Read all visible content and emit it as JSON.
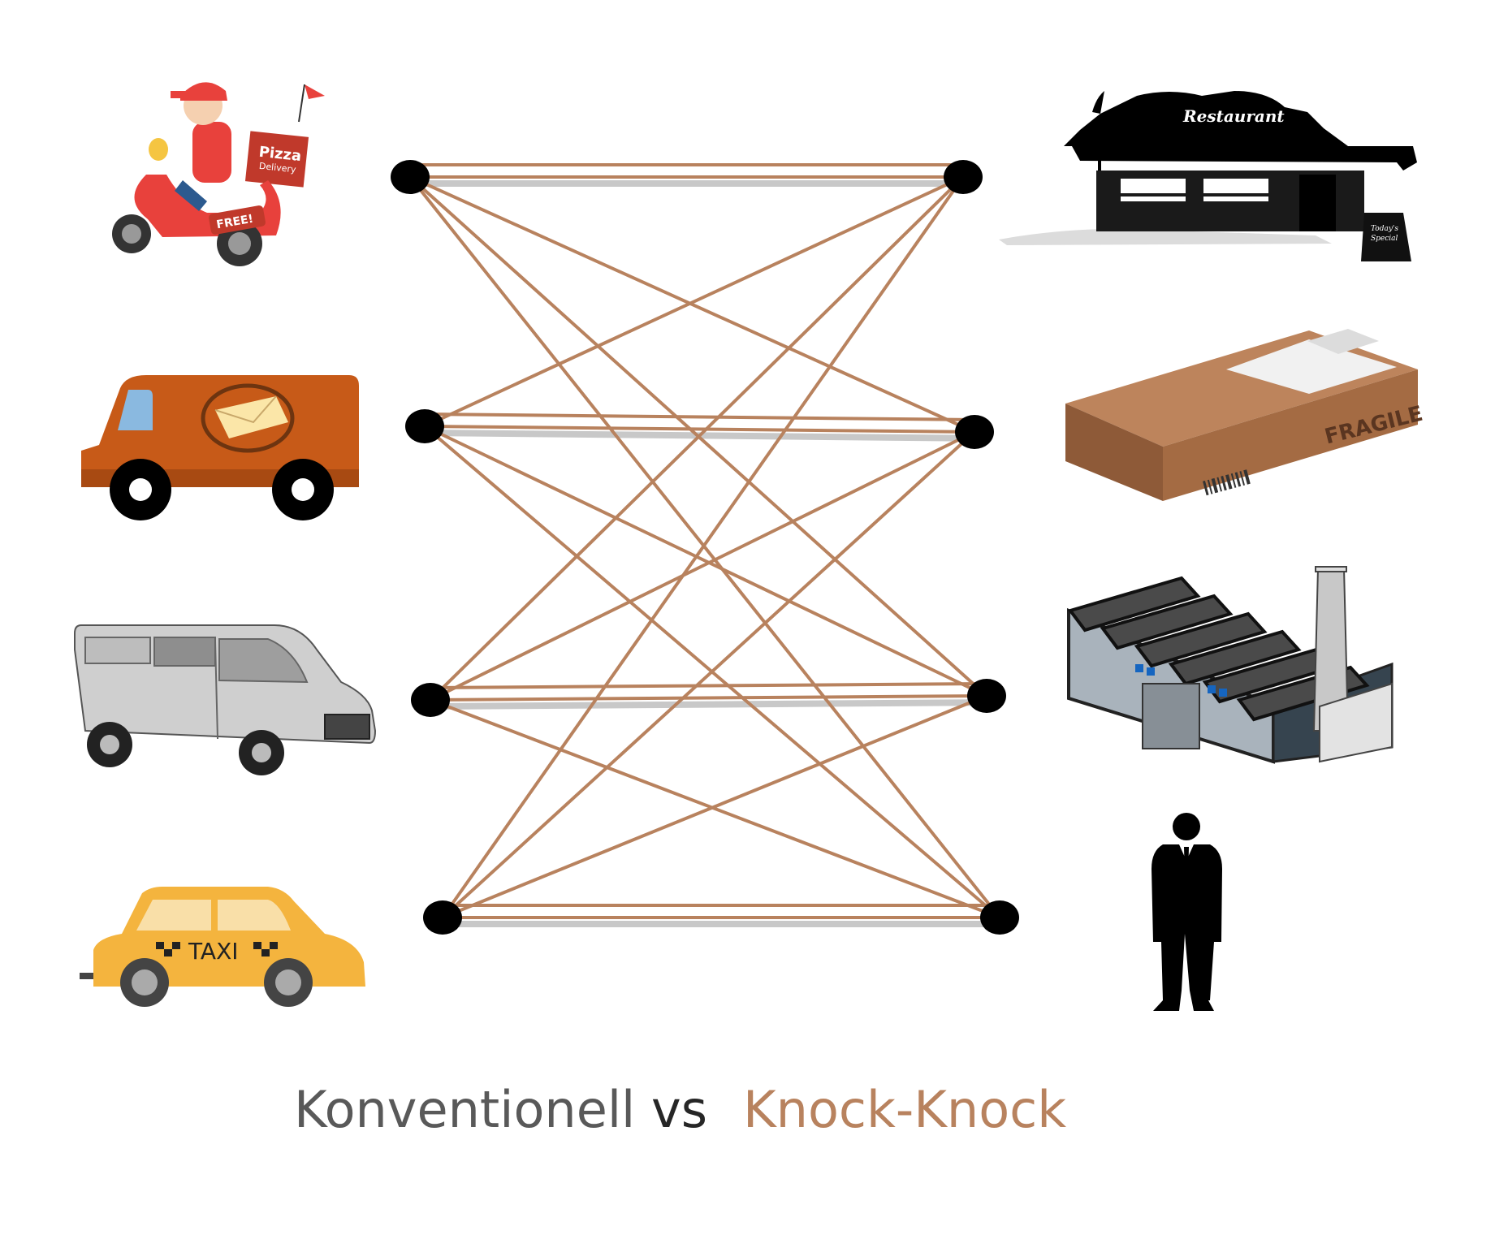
{
  "colors": {
    "conventional": "#c8c8c8",
    "knock": "#b8825e",
    "node": "#000000",
    "label_left": "#595959",
    "label_vs": "#262626",
    "label_right": "#b8825e"
  },
  "legend": {
    "left": "Konventionell",
    "vs": "vs",
    "right": "Knock-Knock"
  },
  "icons": {
    "left": [
      "scooter-delivery-icon",
      "mail-van-icon",
      "silver-van-icon",
      "taxi-icon"
    ],
    "right": [
      "restaurant-icon",
      "parcel-icon",
      "factory-icon",
      "businessman-icon"
    ]
  },
  "icon_text": {
    "pizza": "Pizza",
    "delivery": "Delivery",
    "free": "FREE!",
    "restaurant": "Restaurant",
    "todays": "Today's",
    "special": "Special",
    "fragile": "FRAGILE",
    "taxi": "TAXI"
  }
}
